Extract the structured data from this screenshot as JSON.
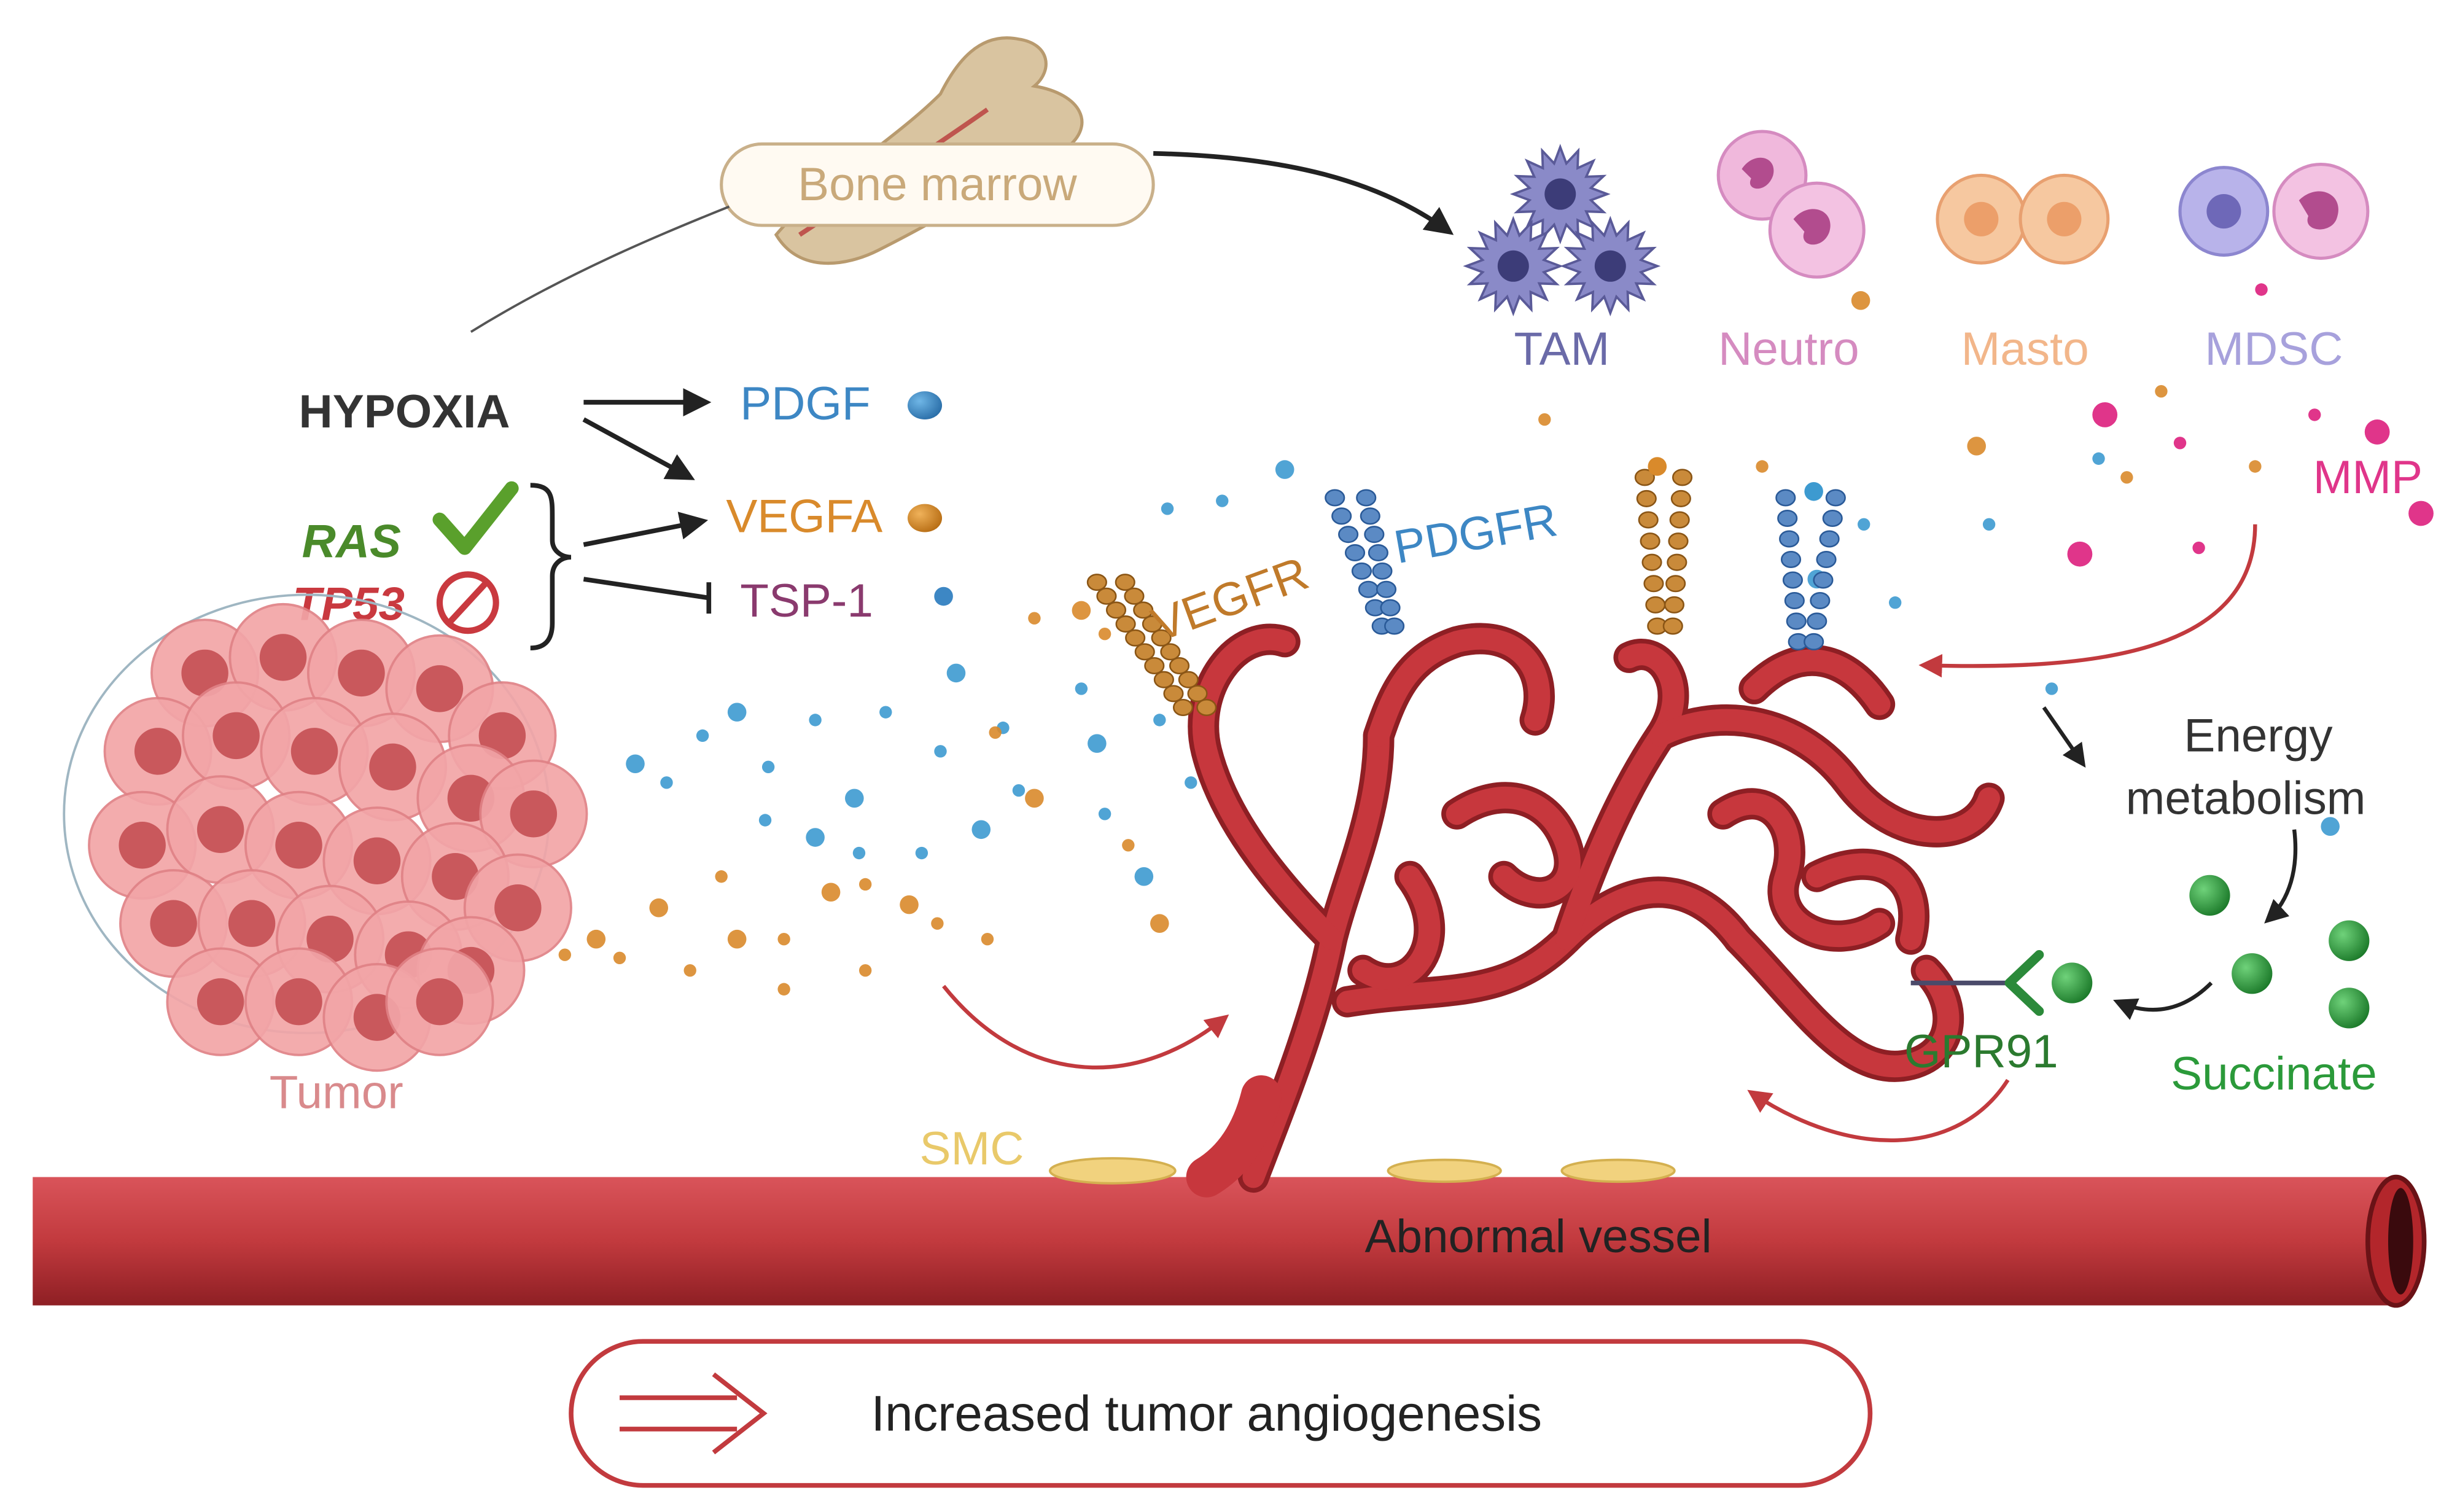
{
  "labels": {
    "bone_marrow": "Bone marrow",
    "hypoxia": "HYPOXIA",
    "pdgf": "PDGF",
    "vegfa": "VEGFA",
    "tsp1": "TSP-1",
    "ras": "RAS",
    "tp53": "TP53",
    "tumor": "Tumor",
    "tam": "TAM",
    "neutro": "Neutro",
    "masto": "Masto",
    "mdsc": "MDSC",
    "mmp": "MMP",
    "vegfr": "VEGFR",
    "pdgfr": "PDGFR",
    "energy_line1": "Energy",
    "energy_line2": "metabolism",
    "gpr91": "GPR91",
    "succinate": "Succinate",
    "smc": "SMC",
    "vessel": "Abnormal vessel",
    "legend": "Increased tumor angiogenesis"
  },
  "colors": {
    "vessel_red": "#c23a3e",
    "vessel_dark": "#8e1f24",
    "pdgf_blue": "#3d87c4",
    "vegfa_orange": "#d98a2b",
    "tsp1_purple": "#8a3a6e",
    "ras_green": "#4a8a2a",
    "tp53_red": "#c9393f",
    "tumor_pink": "#e98a8d",
    "tam_purple": "#6a6aa8",
    "neutro_pink": "#d58bc0",
    "masto_peach": "#f2b68a",
    "mdsc_lavender": "#a7a1dc",
    "mmp_magenta": "#e0358a",
    "succinate_green": "#2b9a3a",
    "smc_yellow": "#e9c96a",
    "bone_tan": "#d9c4a0"
  },
  "icons": {
    "check": "check-icon",
    "prohibit": "no-entry-icon",
    "double_arrow": "double-arrow-icon"
  }
}
